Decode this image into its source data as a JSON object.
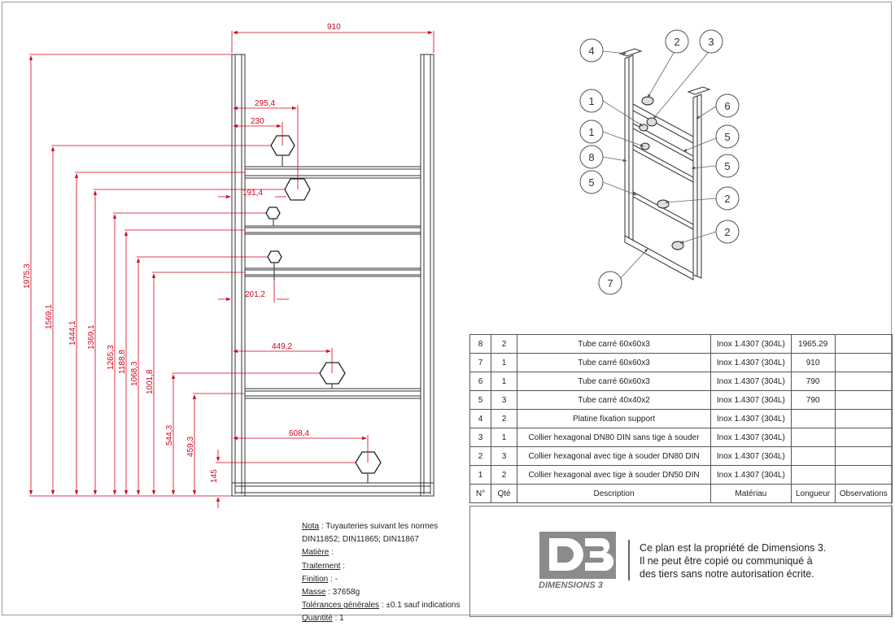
{
  "dimensions": {
    "overall_width": "910",
    "heights": [
      "1975,3",
      "1569,1",
      "1444,1",
      "1369,1",
      "1265,3",
      "1188,8",
      "1068,3",
      "1001,8",
      "544,3",
      "459,3",
      "145"
    ],
    "offsets": [
      "295,4",
      "230",
      "191,4",
      "201,2",
      "449,2",
      "608,4"
    ]
  },
  "callouts": [
    "4",
    "2",
    "3",
    "1",
    "6",
    "1",
    "5",
    "8",
    "5",
    "5",
    "2",
    "2",
    "7"
  ],
  "bom": {
    "rows": [
      {
        "no": "8",
        "qty": "2",
        "desc": "Tube carré  60x60x3",
        "material": "Inox 1.4307 (304L)",
        "length": "1965.29",
        "obs": ""
      },
      {
        "no": "7",
        "qty": "1",
        "desc": "Tube carré  60x60x3",
        "material": "Inox 1.4307 (304L)",
        "length": "910",
        "obs": ""
      },
      {
        "no": "6",
        "qty": "1",
        "desc": "Tube carré  60x60x3",
        "material": "Inox 1.4307 (304L)",
        "length": "790",
        "obs": ""
      },
      {
        "no": "5",
        "qty": "3",
        "desc": "Tube carré 40x40x2",
        "material": "Inox 1.4307 (304L)",
        "length": "790",
        "obs": ""
      },
      {
        "no": "4",
        "qty": "2",
        "desc": "Platine fixation support",
        "material": "Inox 1.4307 (304L)",
        "length": "",
        "obs": ""
      },
      {
        "no": "3",
        "qty": "1",
        "desc": "Collier hexagonal DN80 DIN sans tige à souder",
        "material": "Inox 1.4307 (304L)",
        "length": "",
        "obs": ""
      },
      {
        "no": "2",
        "qty": "3",
        "desc": "Collier hexagonal avec tige à souder DN80 DIN",
        "material": "Inox 1.4307 (304L)",
        "length": "",
        "obs": ""
      },
      {
        "no": "1",
        "qty": "2",
        "desc": "Collier hexagonal avec tige à souder DN50 DIN",
        "material": "Inox 1.4307 (304L)",
        "length": "",
        "obs": ""
      }
    ],
    "header": {
      "no": "N°",
      "qty": "Qté",
      "desc": "Description",
      "material": "Matériau",
      "length": "Longueur",
      "obs": "Observations"
    }
  },
  "notes": {
    "nota_key": "Nota",
    "nota_val": " : Tuyauteries suivant les normes",
    "norms": "DIN11852; DIN11865; DIN11867",
    "matiere_key": "Matière",
    "matiere_val": " :",
    "traitement_key": "Traitement",
    "traitement_val": " :",
    "finition_key": "Finition",
    "finition_val": " : -",
    "masse_key": "Masse",
    "masse_val": " : 37658g",
    "tol_key": "Tolérances générales",
    "tol_val": " : ±0.1 sauf indications",
    "quantite_key": "Quantité",
    "quantite_val": " : 1"
  },
  "title_block": {
    "logo_text": "DIMENSIONS 3",
    "prop_line1": "Ce plan est la propriété de Dimensions 3.",
    "prop_line2": "Il ne peut être copié ou communiqué à",
    "prop_line3": "des tiers sans notre autorisation écrite."
  }
}
